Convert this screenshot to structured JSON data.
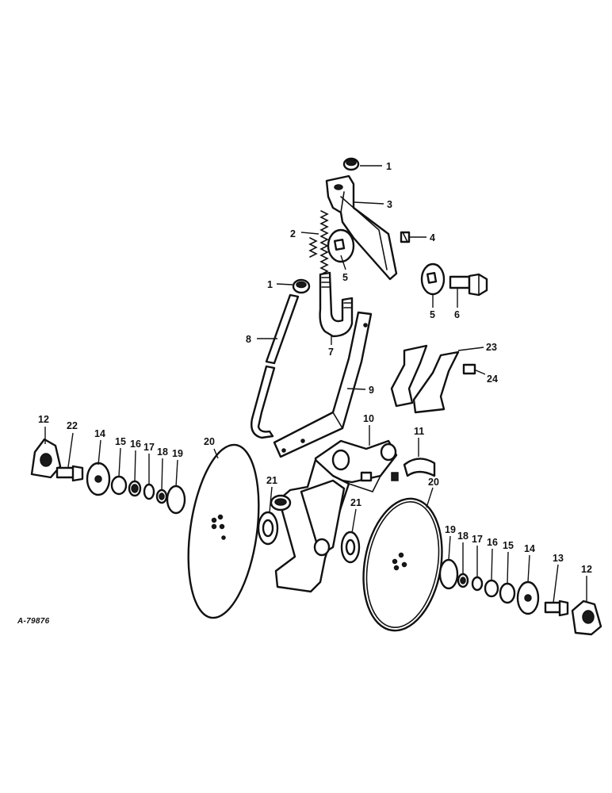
{
  "reference_code": "A-79876",
  "callouts": {
    "c1a": "1",
    "c1b": "1",
    "c2": "2",
    "c3": "3",
    "c4": "4",
    "c5a": "5",
    "c5b": "5",
    "c6": "6",
    "c7": "7",
    "c8": "8",
    "c9": "9",
    "c10": "10",
    "c11": "11",
    "c12a": "12",
    "c22": "22",
    "c14a": "14",
    "c15a": "15",
    "c16a": "16",
    "c17a": "17",
    "c18a": "18",
    "c19a": "19",
    "c20a": "20",
    "c21a": "21",
    "c21b": "21",
    "c20b": "20",
    "c19b": "19",
    "c18b": "18",
    "c17b": "17",
    "c16b": "16",
    "c15b": "15",
    "c14b": "14",
    "c13": "13",
    "c12b": "12",
    "c23": "23",
    "c24": "24"
  }
}
